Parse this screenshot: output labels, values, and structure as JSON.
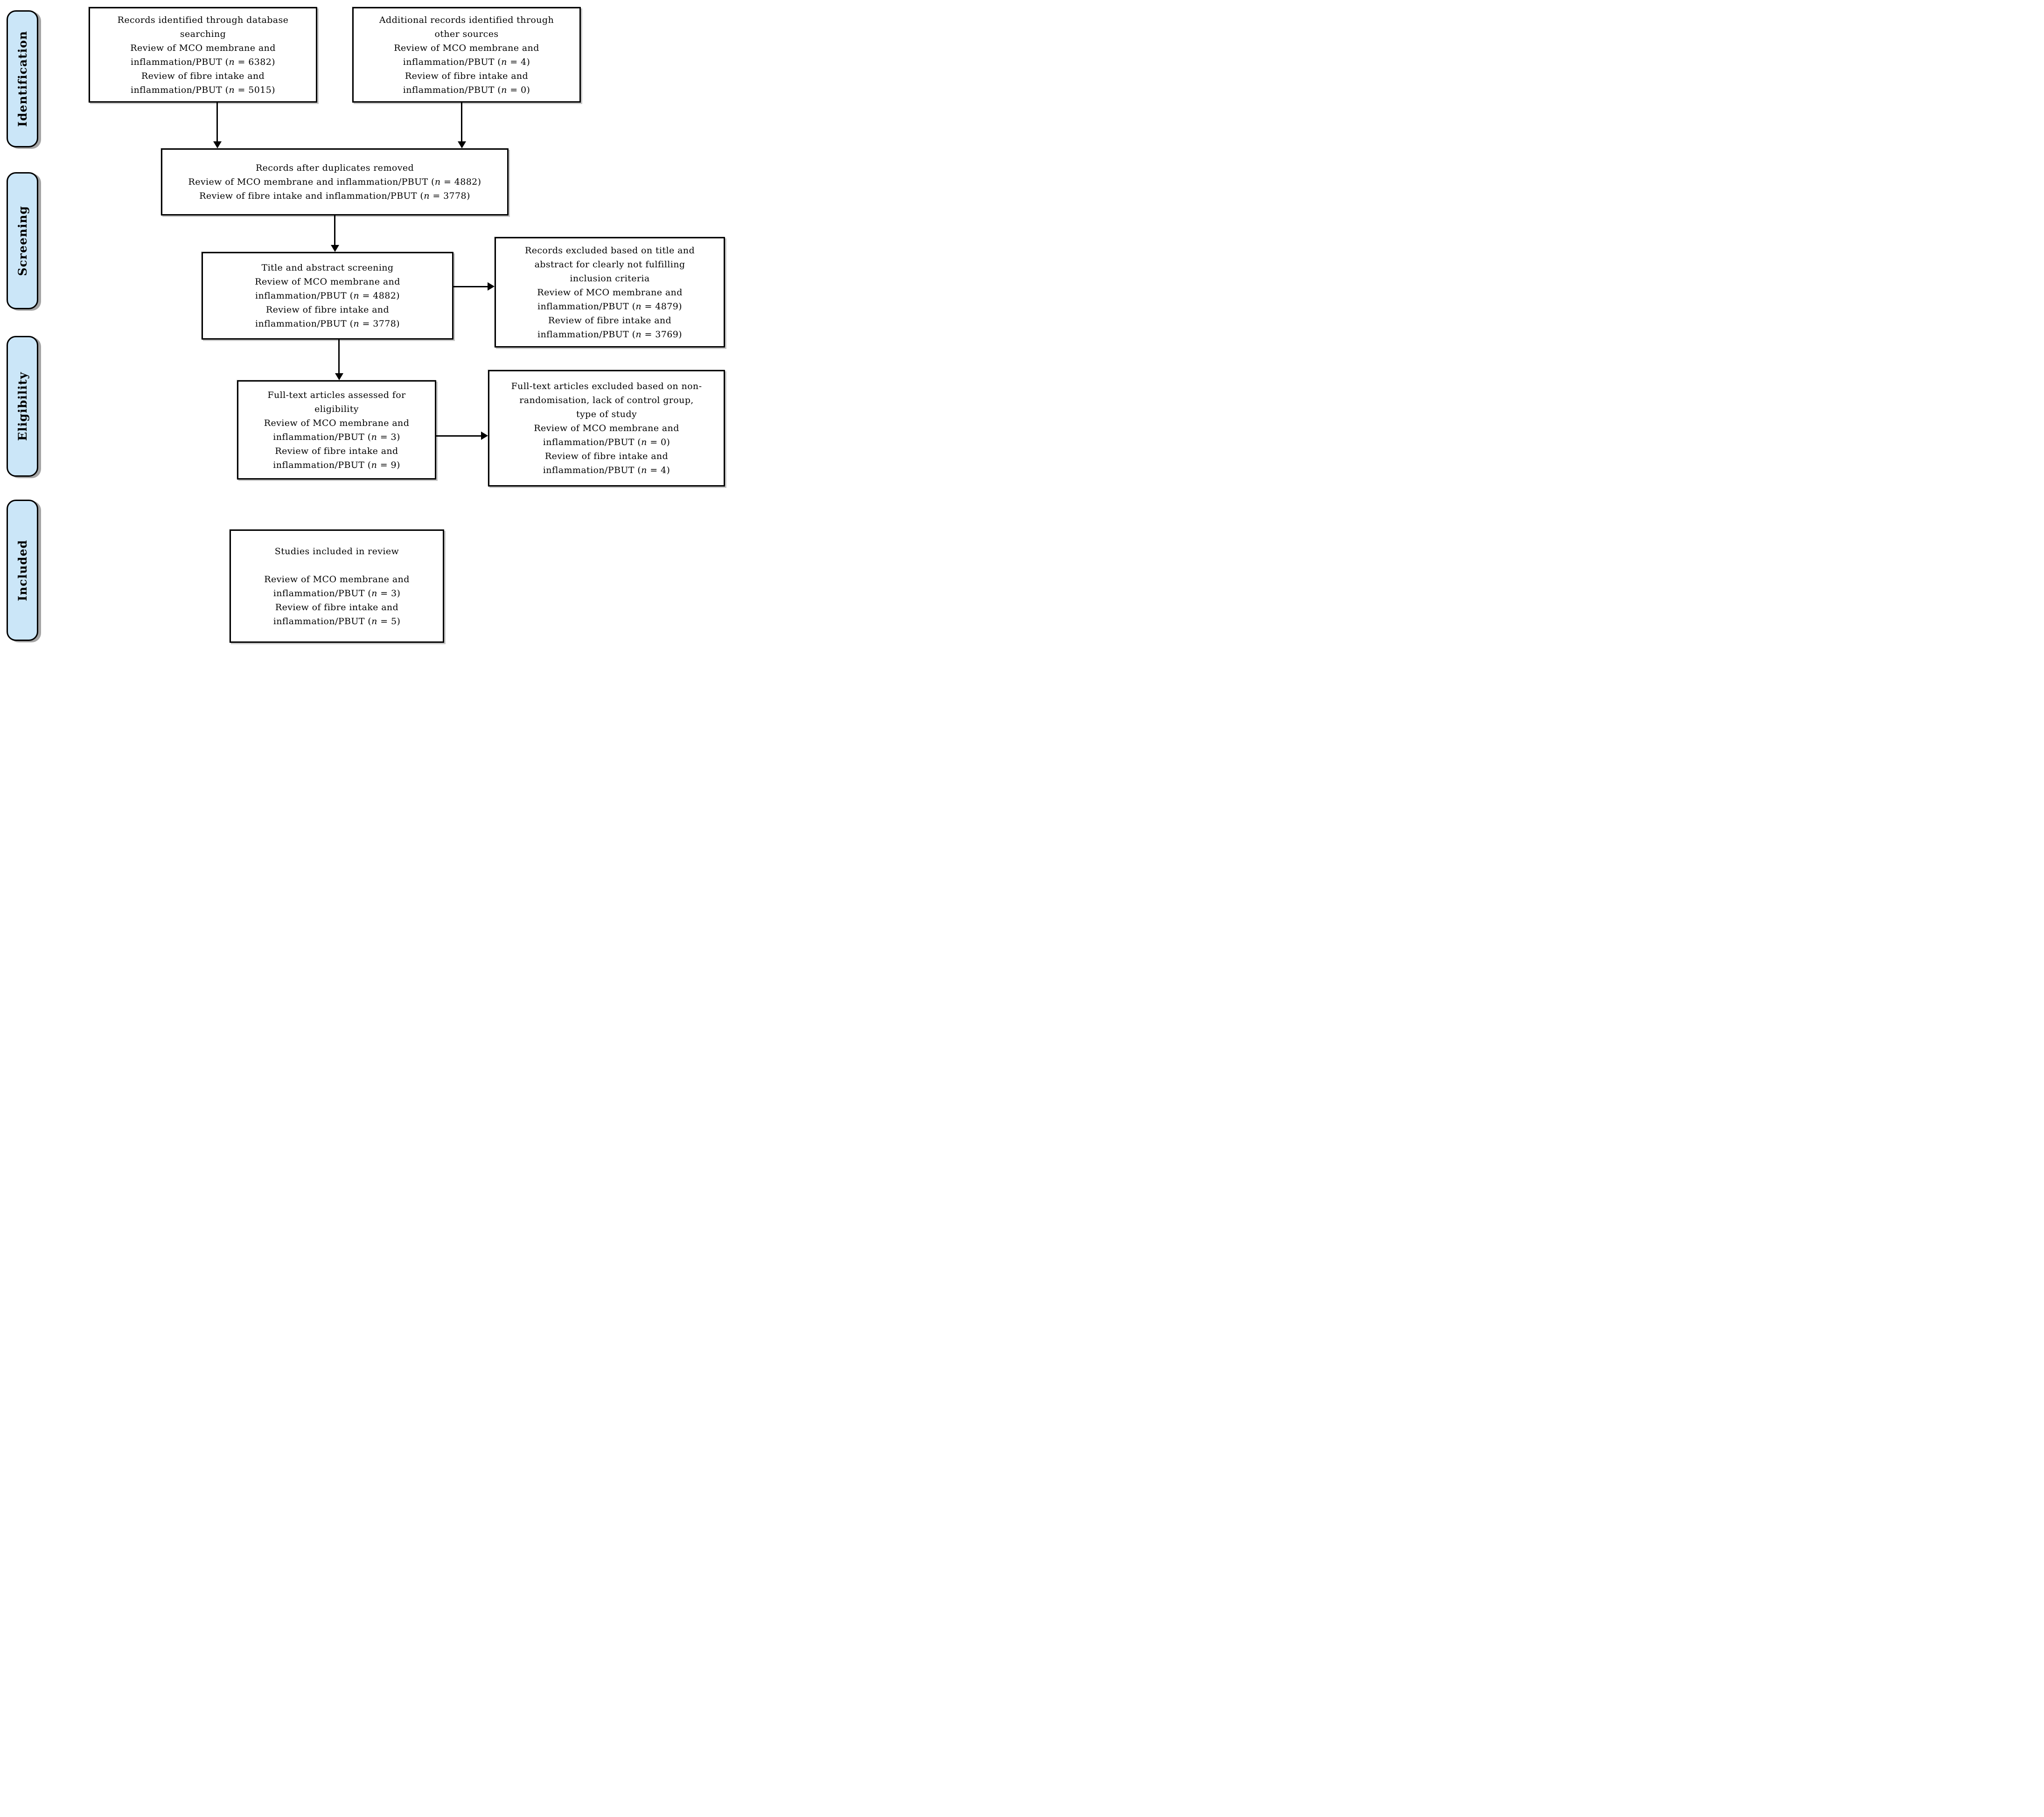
{
  "figure": {
    "kind": "PRISMA flow diagram",
    "colors": {
      "stage_fill": "#CBE6F8",
      "border": "#000000",
      "shadow_gray": "#828282",
      "arrow": "#000000",
      "background": "#FFFFFF"
    },
    "sidebar": {
      "stages": [
        {
          "id": "identification",
          "label": "Identification"
        },
        {
          "id": "screening",
          "label": "Screening"
        },
        {
          "id": "eligibility",
          "label": "Eligibility"
        },
        {
          "id": "included",
          "label": "Included"
        }
      ]
    },
    "boxes": [
      {
        "id": "records-identified-database",
        "lines": [
          "Records identified through database",
          "searching",
          "Review of MCO membrane and",
          "inflammation/PBUT (n = 6382)",
          "Review of fibre intake and",
          "inflammation/PBUT (n = 5015)"
        ]
      },
      {
        "id": "additional-records-other-sources",
        "lines": [
          "Additional records identified through",
          "other sources",
          "Review of MCO membrane and",
          "inflammation/PBUT (n = 4)",
          "Review of fibre intake and",
          "inflammation/PBUT (n = 0)"
        ]
      },
      {
        "id": "records-after-duplicates-removed",
        "lines": [
          "Records after duplicates removed",
          "Review of MCO membrane and inflammation/PBUT (n = 4882)",
          "Review of fibre intake and inflammation/PBUT (n = 3778)"
        ]
      },
      {
        "id": "title-abstract-screening",
        "lines": [
          "Title and abstract screening",
          "Review of MCO membrane and",
          "inflammation/PBUT (n = 4882)",
          "Review of fibre intake and",
          "inflammation/PBUT (n = 3778)"
        ]
      },
      {
        "id": "records-excluded-title-abstract",
        "lines": [
          "Records excluded based on title and",
          "abstract for clearly not fulfilling",
          "inclusion criteria",
          "Review of MCO membrane and",
          "inflammation/PBUT (n = 4879)",
          "Review of fibre intake and",
          "inflammation/PBUT (n = 3769)"
        ]
      },
      {
        "id": "fulltext-assessed-eligibility",
        "lines": [
          "Full-text articles assessed for",
          "eligibility",
          "Review of MCO membrane and",
          "inflammation/PBUT (n = 3)",
          "Review of fibre intake and",
          "inflammation/PBUT (n = 9)"
        ]
      },
      {
        "id": "fulltext-excluded",
        "lines": [
          "Full-text articles excluded based on non-",
          "randomisation, lack of control group,",
          "type of study",
          "Review of MCO membrane and",
          "inflammation/PBUT (n = 0)",
          "Review of fibre intake and",
          "inflammation/PBUT (n = 4)"
        ]
      },
      {
        "id": "studies-included-review",
        "lines": [
          "Studies included in review",
          "",
          "Review of MCO membrane and",
          "inflammation/PBUT (n = 3)",
          "Review of fibre intake and",
          "inflammation/PBUT (n = 5)"
        ]
      }
    ]
  }
}
